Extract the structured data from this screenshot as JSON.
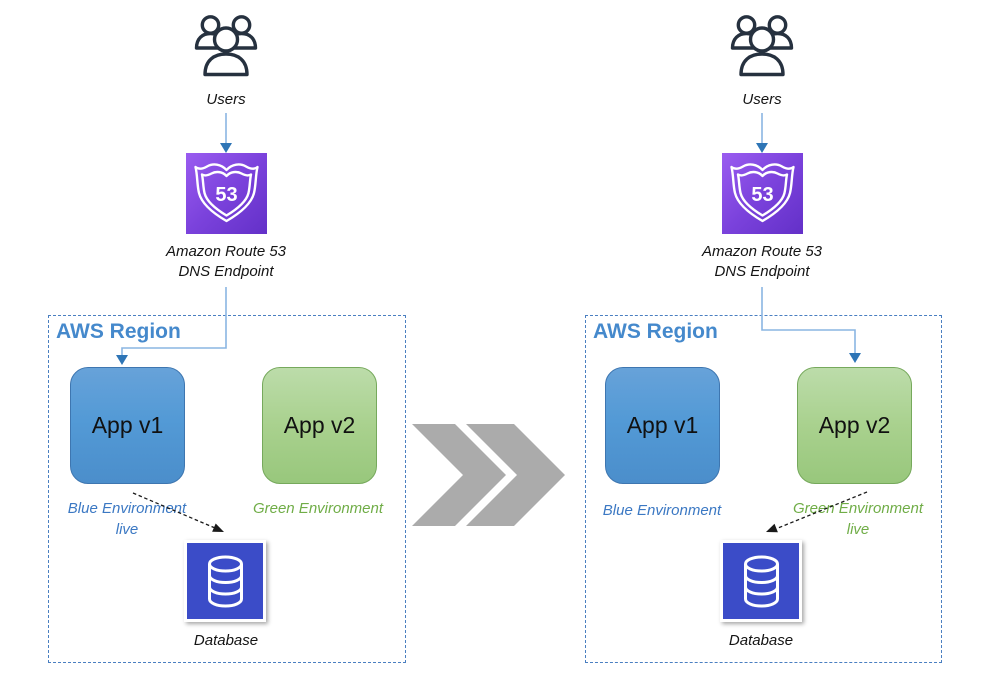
{
  "colors": {
    "connector_line": "#8ab5e2",
    "arrowhead_blue": "#2e75b6",
    "region_border": "#4a7fc1",
    "region_title": "#4589cc",
    "app_blue_fill": "#5b9bd5",
    "app_blue_border": "#3e76b0",
    "app_green_fill": "#a9d18e",
    "app_green_border": "#76a95c",
    "blue_env_text": "#3b78c3",
    "green_env_text": "#70ad47",
    "route53_gradient_light": "#9a5cf0",
    "route53_gradient_dark": "#6330c8",
    "database_fill": "#3b4cc8",
    "chevron_gray": "#ababab",
    "users_icon_stroke": "#26313f",
    "dashed_arrow": "#1a1a1a"
  },
  "left": {
    "users_label": "Users",
    "route53_badge": "53",
    "route53_caption_line1": "Amazon Route 53",
    "route53_caption_line2": "DNS Endpoint",
    "region_label": "AWS Region",
    "app_blue_label": "App v1",
    "app_green_label": "App v2",
    "dns_routes_to": "App v1",
    "blue_env_line1": "Blue Environment",
    "blue_env_line2": "live",
    "green_env_line1": "Green Environment",
    "database_label": "Database"
  },
  "right": {
    "users_label": "Users",
    "route53_badge": "53",
    "route53_caption_line1": "Amazon Route 53",
    "route53_caption_line2": "DNS Endpoint",
    "region_label": "AWS Region",
    "app_blue_label": "App v1",
    "app_green_label": "App v2",
    "dns_routes_to": "App v2",
    "blue_env_line1": "Blue Environment",
    "green_env_line1": "Green Environment",
    "green_env_line2": "live",
    "database_label": "Database"
  }
}
